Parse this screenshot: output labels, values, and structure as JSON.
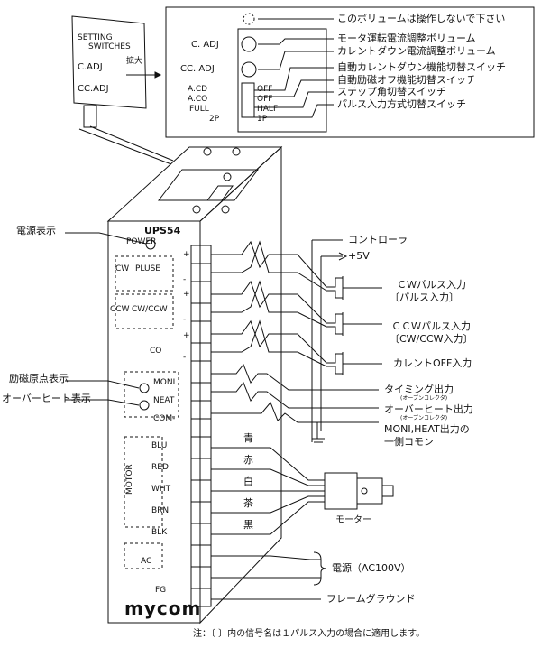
{
  "zoom_label": "拡大",
  "switch_panel": {
    "title_line1": "SETTING",
    "title_line2": "SWITCHES",
    "c_adj": "C.ADJ",
    "cc_adj": "CC.ADJ"
  },
  "callout": {
    "c_adj": "C. ADJ",
    "cc_adj": "CC. ADJ",
    "switches": [
      {
        "left": "A.CD",
        "right": "OFF"
      },
      {
        "left": "A.CO",
        "right": "OFF"
      },
      {
        "left": "FULL",
        "right": "HALF"
      },
      {
        "left": "2P",
        "right": "1P"
      }
    ],
    "notes": [
      "このボリュームは操作しないで下さい",
      "モータ運転電流調整ボリューム",
      "カレントダウン電流調整ボリューム",
      "自動カレントダウン機能切替スイッチ",
      "自動励磁オフ機能切替スイッチ",
      "ステップ角切替スイッチ",
      "パルス入力方式切替スイッチ"
    ]
  },
  "driver": {
    "model": "UPS54",
    "power": "POWER",
    "cw": "CW",
    "pluse": "PLUSE",
    "ccw": "CCW",
    "cw_ccw": "CW/CCW",
    "co": "CO",
    "moni": "MONI",
    "neat": "NEAT",
    "com": "COM-",
    "motor_label": "MOTOR",
    "motor_terms": [
      "BLU",
      "RED",
      "WHT",
      "BRN",
      "BLK"
    ],
    "ac": "AC",
    "fg": "FG",
    "logo": "mycom",
    "plus": "+",
    "minus": "-"
  },
  "left_labels": {
    "power_display": "電源表示",
    "origin_display": "励磁原点表示",
    "overheat_display": "オーバーヒート表示"
  },
  "right_labels": {
    "controller": "コントローラ",
    "v5": "+5V",
    "cw_in": "ＣＷパルス入力",
    "cw_in_sub": "〔パルス入力〕",
    "ccw_in": "ＣＣＷパルス入力",
    "ccw_in_sub": "〔CW/CCW入力〕",
    "co_in": "カレントOFF入力",
    "timing": "タイミング出力",
    "timing_sub": "(オープンコレクタ)",
    "overheat_out": "オーバーヒート出力",
    "overheat_sub": "(オープンコレクタ)",
    "moni_heat1": "MONI,HEAT出力の",
    "moni_heat2": "一側コモン",
    "motor": "モーター",
    "power_supply": "電源（AC100V）",
    "frame_ground": "フレームグラウンド",
    "wire_colors": [
      "青",
      "赤",
      "白",
      "茶",
      "黒"
    ]
  },
  "footnote": "注：〔 〕内の信号名は１パルス入力の場合に適用します。"
}
